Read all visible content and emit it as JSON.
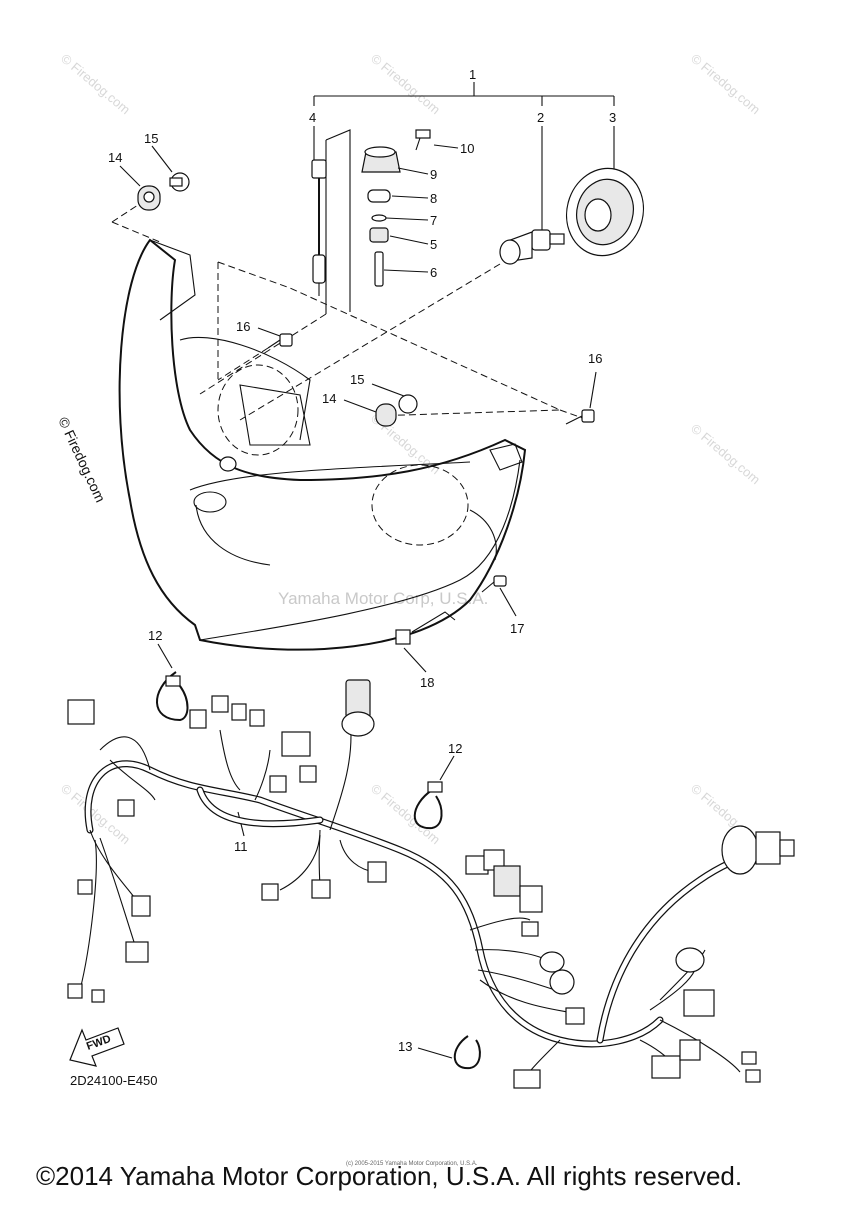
{
  "diagram": {
    "callouts": [
      {
        "id": "1",
        "label": "1"
      },
      {
        "id": "2",
        "label": "2"
      },
      {
        "id": "3",
        "label": "3"
      },
      {
        "id": "4",
        "label": "4"
      },
      {
        "id": "5",
        "label": "5"
      },
      {
        "id": "6",
        "label": "6"
      },
      {
        "id": "7",
        "label": "7"
      },
      {
        "id": "8",
        "label": "8"
      },
      {
        "id": "9",
        "label": "9"
      },
      {
        "id": "10",
        "label": "10"
      },
      {
        "id": "11",
        "label": "11"
      },
      {
        "id": "12a",
        "label": "12"
      },
      {
        "id": "12b",
        "label": "12"
      },
      {
        "id": "13",
        "label": "13"
      },
      {
        "id": "14a",
        "label": "14"
      },
      {
        "id": "14b",
        "label": "14"
      },
      {
        "id": "15a",
        "label": "15"
      },
      {
        "id": "15b",
        "label": "15"
      },
      {
        "id": "16a",
        "label": "16"
      },
      {
        "id": "16b",
        "label": "16"
      },
      {
        "id": "17",
        "label": "17"
      },
      {
        "id": "18",
        "label": "18"
      }
    ],
    "fwd_label": "FWD",
    "diagram_code": "2D24100-E450",
    "center_watermark": "Yamaha Motor Corp, U.S.A.",
    "watermark": "© Firedog.com"
  },
  "footer": {
    "copyright": "©2014 Yamaha Motor Corporation, U.S.A. All rights reserved.",
    "tiny_notice": "(c) 2005-2015 Yamaha Motor Corporation, U.S.A."
  }
}
